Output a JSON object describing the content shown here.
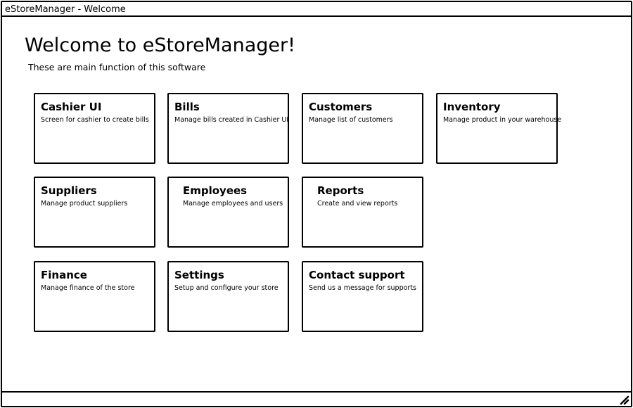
{
  "window": {
    "title": "eStoreManager - Welcome"
  },
  "main": {
    "heading": "Welcome to eStoreManager!",
    "subheading": "These are main function of this software",
    "tiles": [
      {
        "title": "Cashier UI",
        "description": "Screen for cashier to create bills"
      },
      {
        "title": "Bills",
        "description": "Manage bills created in Cashier UI"
      },
      {
        "title": "Customers",
        "description": "Manage list of customers"
      },
      {
        "title": "Inventory",
        "description": "Manage product in your warehouse"
      },
      {
        "title": "Suppliers",
        "description": "Manage product suppliers"
      },
      {
        "title": "Employees",
        "description": "Manage employees and users"
      },
      {
        "title": "Reports",
        "description": "Create and view reports"
      },
      {
        "title": "Finance",
        "description": "Manage finance of the store"
      },
      {
        "title": "Settings",
        "description": "Setup and configure your store"
      },
      {
        "title": "Contact support",
        "description": "Send us a message for supports"
      }
    ]
  },
  "icons": {
    "resize_grip": "resize-grip-icon"
  }
}
